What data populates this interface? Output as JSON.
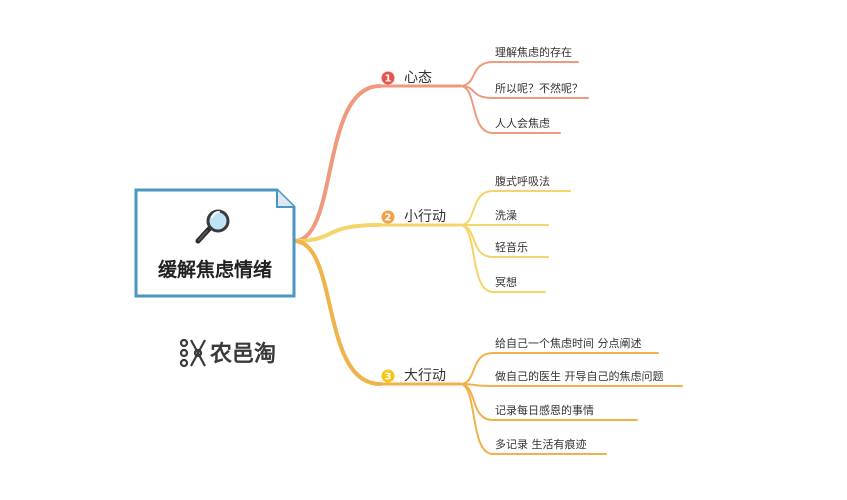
{
  "central": {
    "title": "缓解焦虑情绪",
    "icon": "magnifier-icon"
  },
  "branches": [
    {
      "number": "1",
      "label": "心态",
      "color": "#ef9a7e",
      "badge_color": "#e8554e",
      "leaves": [
        "理解焦虑的存在",
        "所以呢？不然呢？",
        "人人会焦虑"
      ]
    },
    {
      "number": "2",
      "label": "小行动",
      "color": "#f5d46b",
      "badge_color": "#f0a04b",
      "leaves": [
        "腹式呼吸法",
        "洗澡",
        "轻音乐",
        "冥想"
      ]
    },
    {
      "number": "3",
      "label": "大行动",
      "color": "#f0b24a",
      "badge_color": "#f5c518",
      "leaves": [
        "给自己一个焦虑时间 分点阐述",
        "做自己的医生 开导自己的焦虑问题",
        "记录每日感恩的事情",
        "多记录 生活有痕迹"
      ]
    }
  ],
  "logo": {
    "text": "农邑淘",
    "icon": "logo-mark-icon"
  },
  "colors": {
    "central_border": "#4a96c4",
    "central_fill": "#ffffff",
    "text": "#333333"
  }
}
